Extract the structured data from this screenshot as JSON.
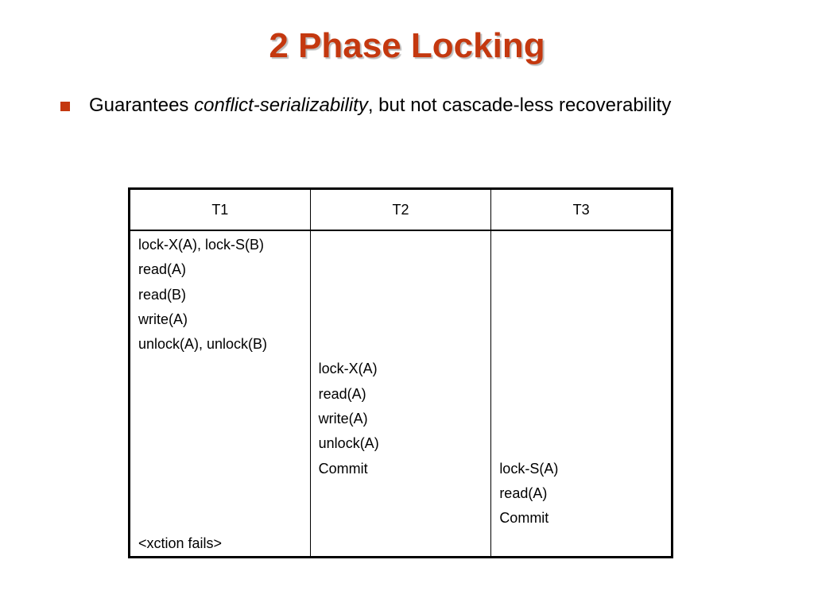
{
  "slide": {
    "title": "2 Phase Locking",
    "bullet": {
      "text_before": "Guarantees ",
      "text_emphasis": "conflict-serializability",
      "text_after": ", but not cascade-less recoverability"
    }
  },
  "colors": {
    "title": "#c4380f",
    "bullet_marker": "#c4380f"
  },
  "schedule_table": {
    "headers": [
      "T1",
      "T2",
      "T3"
    ],
    "rows": [
      [
        "lock-X(A), lock-S(B)",
        "",
        ""
      ],
      [
        "read(A)",
        "",
        ""
      ],
      [
        "read(B)",
        "",
        ""
      ],
      [
        "write(A)",
        "",
        ""
      ],
      [
        "unlock(A), unlock(B)",
        "",
        ""
      ],
      [
        "",
        "lock-X(A)",
        ""
      ],
      [
        "",
        "read(A)",
        ""
      ],
      [
        "",
        "write(A)",
        ""
      ],
      [
        "",
        "unlock(A)",
        ""
      ],
      [
        "",
        "Commit",
        "lock-S(A)"
      ],
      [
        "",
        "",
        "read(A)"
      ],
      [
        "",
        "",
        "Commit"
      ],
      [
        "<xction fails>",
        "",
        ""
      ]
    ]
  }
}
